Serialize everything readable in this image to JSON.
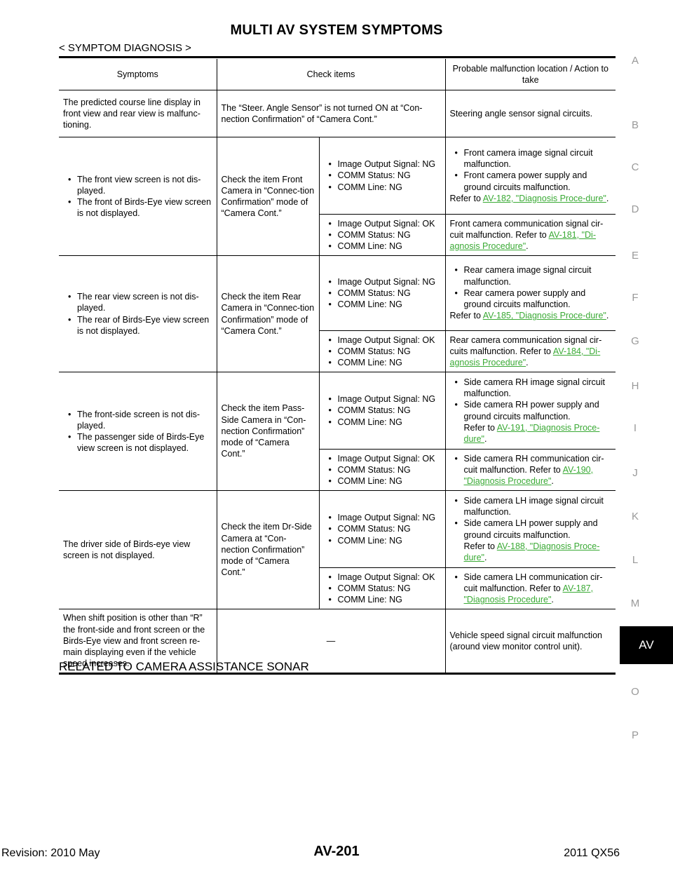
{
  "header": {
    "title": "MULTI AV SYSTEM SYMPTOMS",
    "breadcrumb": "< SYMPTOM DIAGNOSIS >"
  },
  "side_index": {
    "letters": [
      "A",
      "B",
      "C",
      "D",
      "E",
      "F",
      "G",
      "H",
      "I",
      "J",
      "K",
      "L",
      "M",
      "O",
      "P"
    ],
    "active": "AV"
  },
  "table": {
    "headers": [
      "Symptoms",
      "Check items",
      "Probable malfunction location / Action to take"
    ],
    "row1": {
      "symptom": "The predicted course line display in front view and rear view is malfunc-tioning.",
      "check": "The “Steer. Angle Sensor” is not turned ON at “Con-nection Confirmation” of “Camera Cont.”",
      "action": "Steering angle sensor signal circuits."
    },
    "front": {
      "symptoms": [
        "The front view screen is not dis-played.",
        "The front of Birds-Eye view screen is not displayed."
      ],
      "check": "Check the item Front Camera in “Connec-tion Confirmation” mode of “Camera Cont.”",
      "a_items": [
        "Image Output Signal: NG",
        "COMM Status: NG",
        "COMM Line: NG"
      ],
      "a_actions": [
        "Front camera image signal circuit malfunction.",
        "Front camera power supply and ground circuits malfunction."
      ],
      "a_refer": "Refer to",
      "a_link": "AV-182, \"Diagnosis Proce-dure\"",
      "b_items": [
        "Image Output Signal: OK",
        "COMM Status: NG",
        "COMM Line: NG"
      ],
      "b_text": "Front camera communication signal cir-cuit malfunction. Refer to",
      "b_link": "AV-181, \"Di-agnosis Procedure\""
    },
    "rear": {
      "symptoms": [
        "The rear view screen is not dis-played.",
        "The rear of Birds-Eye view screen is not displayed."
      ],
      "check": "Check the item Rear Camera in “Connec-tion Confirmation” mode of “Camera Cont.”",
      "a_items": [
        "Image Output Signal: NG",
        "COMM Status: NG",
        "COMM Line: NG"
      ],
      "a_actions": [
        "Rear camera image signal circuit malfunction.",
        "Rear camera power supply and ground circuits malfunction."
      ],
      "a_refer": "Refer to",
      "a_link": "AV-185, \"Diagnosis Proce-dure\"",
      "b_items": [
        "Image Output Signal: OK",
        "COMM Status: NG",
        "COMM Line: NG"
      ],
      "b_text": "Rear camera communication signal cir-cuits malfunction. Refer to",
      "b_link": "AV-184, \"Di-agnosis Procedure\""
    },
    "pass": {
      "symptoms": [
        "The front-side screen is not dis-played.",
        "The passenger side of Birds-Eye view screen is not displayed."
      ],
      "check": "Check the item Pass-Side Camera in “Con-nection Confirmation” mode of “Camera Cont.”",
      "a_items": [
        "Image Output Signal: NG",
        "COMM Status: NG",
        "COMM Line: NG"
      ],
      "a_actions": [
        "Side camera RH image signal circuit malfunction.",
        "Side camera RH power supply and ground circuits malfunction."
      ],
      "a_refer": "Refer to",
      "a_link": "AV-191, \"Diagnosis Proce-dure\"",
      "b_items": [
        "Image Output Signal: OK",
        "COMM Status: NG",
        "COMM Line: NG"
      ],
      "b_text": "Side camera RH communication cir-cuit malfunction. Refer to",
      "b_link": "AV-190, \"Diagnosis Procedure\""
    },
    "driver": {
      "symptom": "The driver side of Birds-eye view screen is not displayed.",
      "check": "Check the item Dr-Side Camera at “Con-nection Confirmation” mode of “Camera Cont.”",
      "a_items": [
        "Image Output Signal: NG",
        "COMM Status: NG",
        "COMM Line: NG"
      ],
      "a_actions": [
        "Side camera LH image signal circuit malfunction.",
        "Side camera LH power supply and ground circuits malfunction."
      ],
      "a_refer": "Refer to",
      "a_link": "AV-188, \"Diagnosis Proce-dure\"",
      "b_items": [
        "Image Output Signal: OK",
        "COMM Status: NG",
        "COMM Line: NG"
      ],
      "b_text": "Side camera LH communication cir-cuit malfunction. Refer to",
      "b_link": "AV-187, \"Diagnosis Procedure\""
    },
    "last": {
      "symptom": "When shift position is other than “R” the front-side and front screen or the Birds-Eye view and front screen re-main displaying even if the vehicle speed increases.",
      "check": "—",
      "action": "Vehicle speed signal circuit malfunction (around view monitor control unit)."
    }
  },
  "section_heading": "RELATED TO CAMERA ASSISTANCE SONAR",
  "footer": {
    "revision": "Revision: 2010 May",
    "page": "AV-201",
    "model": "2011 QX56"
  }
}
